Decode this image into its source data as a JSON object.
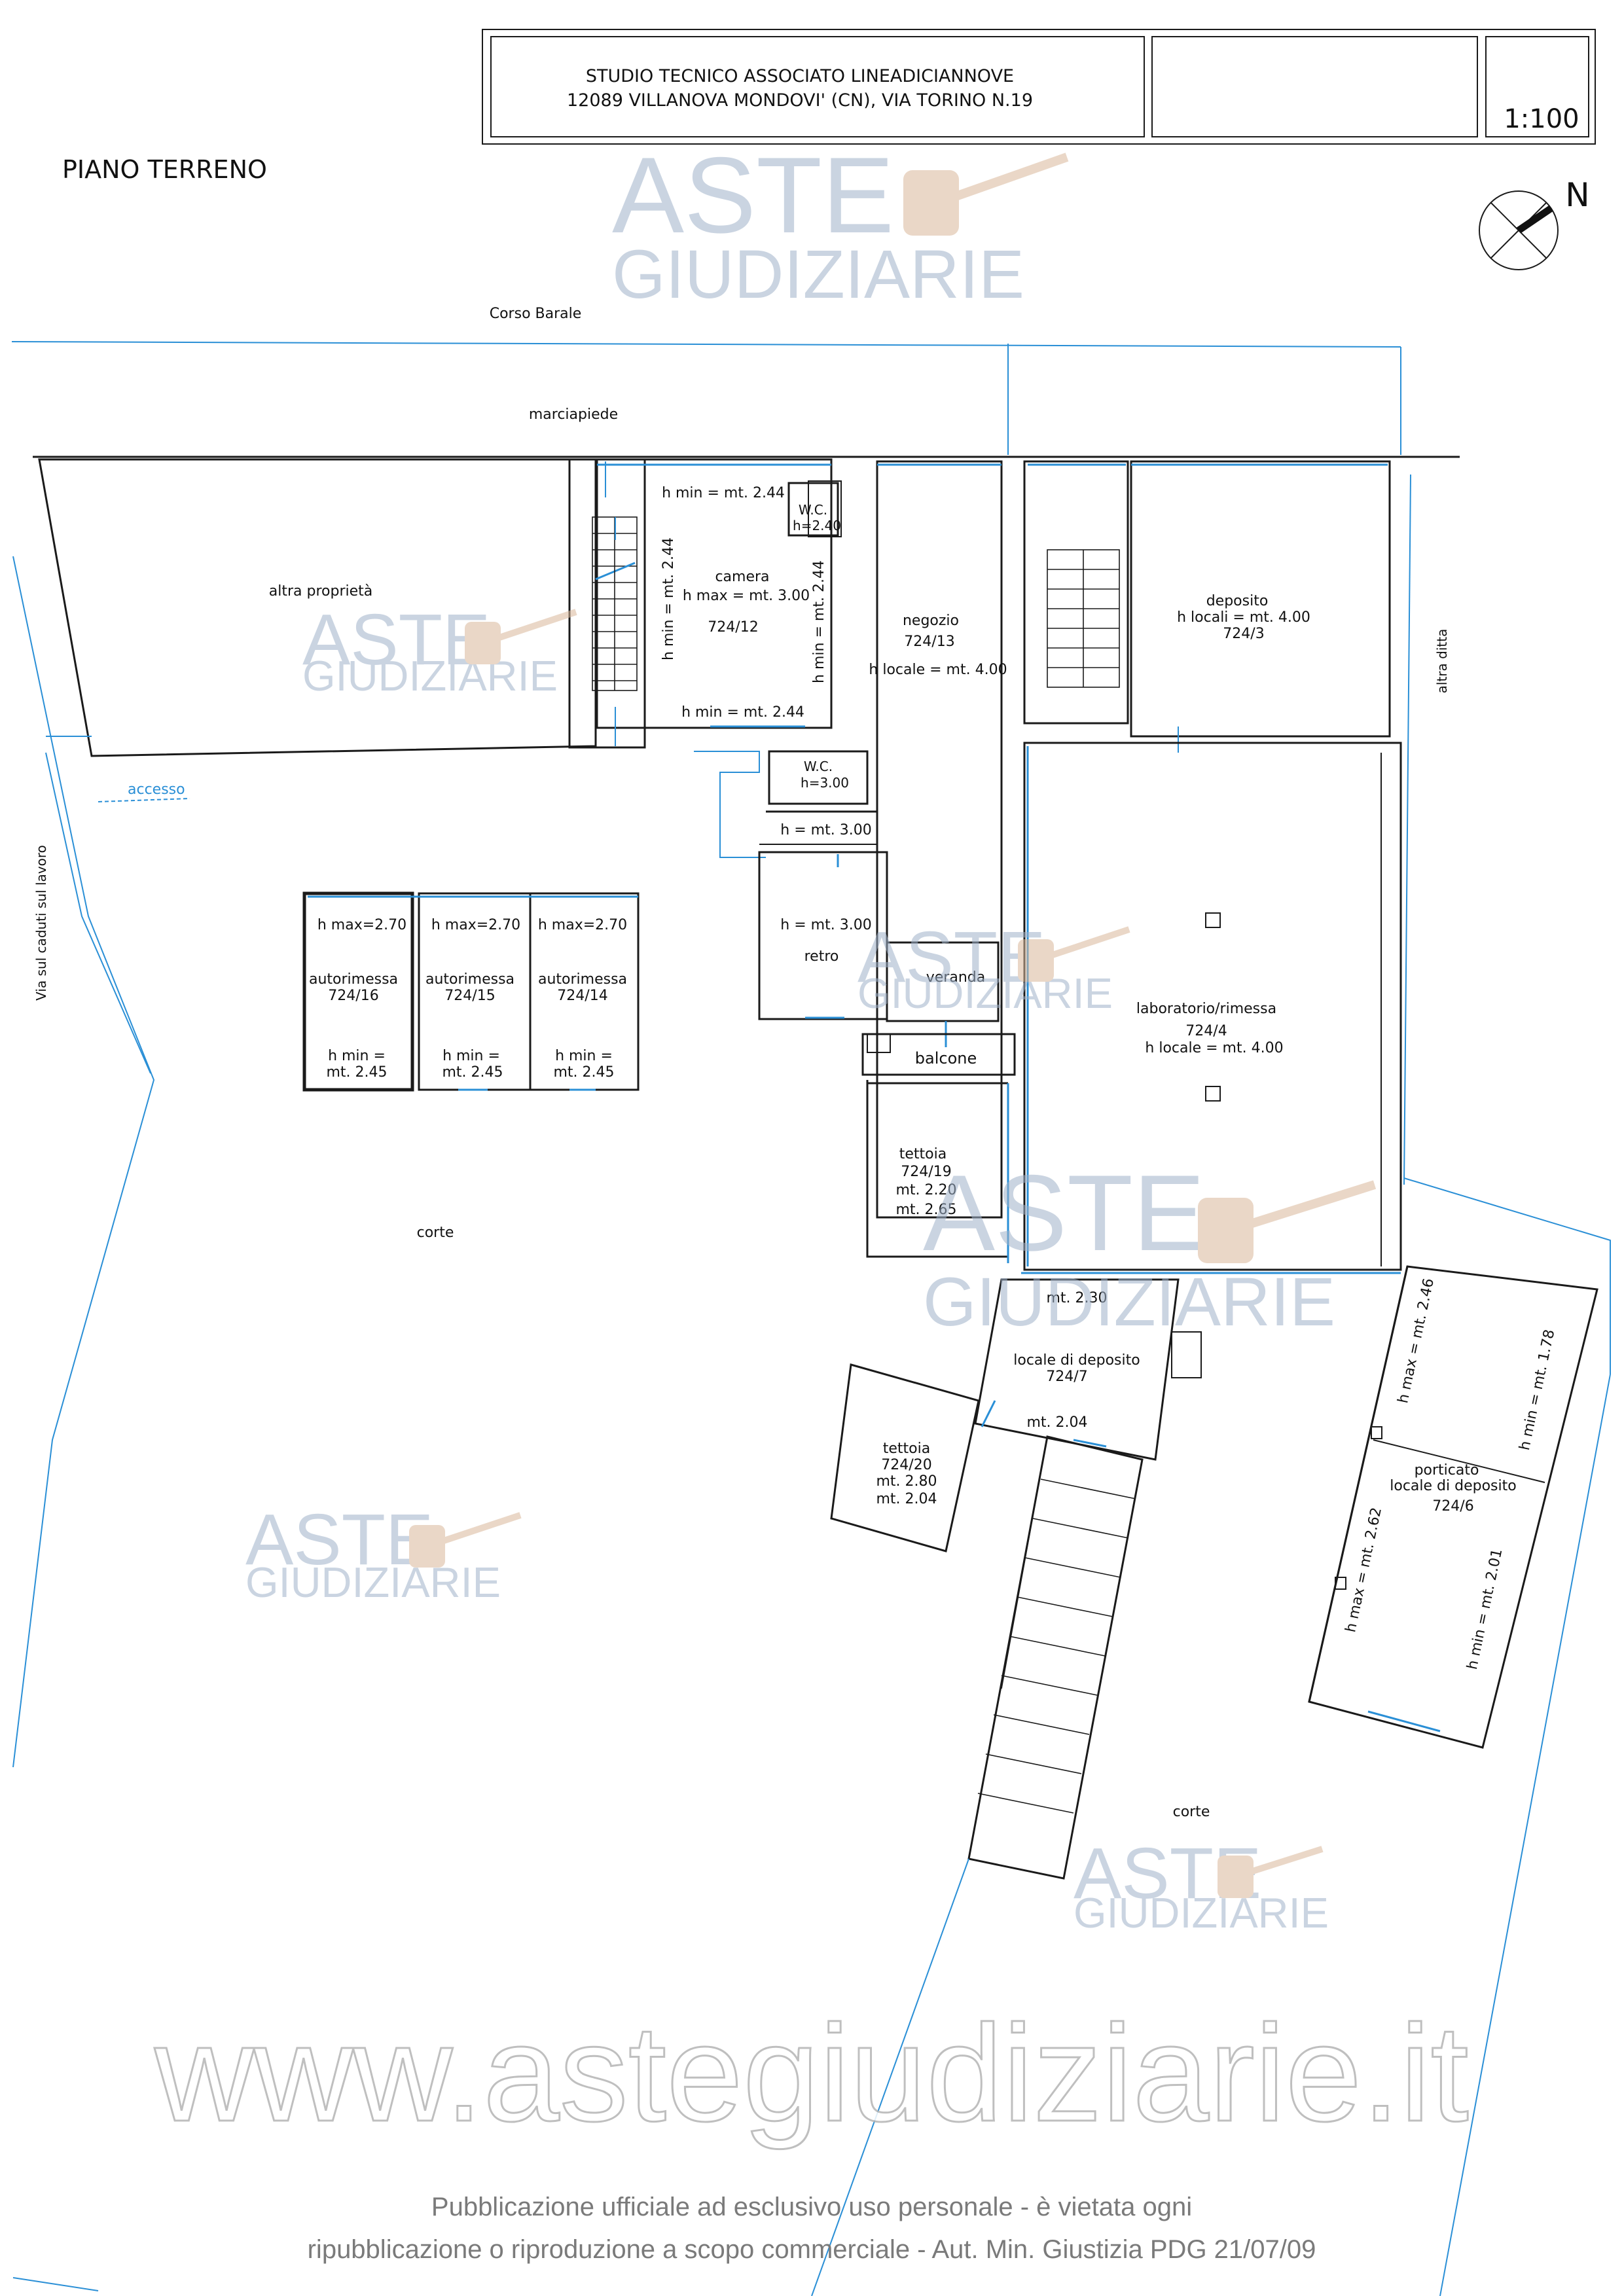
{
  "title_block": {
    "line1": "STUDIO TECNICO ASSOCIATO LINEADICIANNOVE",
    "line2": "12089 VILLANOVA MONDOVI' (CN), VIA TORINO N.19",
    "scale": "1:100"
  },
  "plan_title": "PIANO TERRENO",
  "north_label": "N",
  "streets": {
    "corso": "Corso Barale",
    "marciapiede": "marciapiede",
    "via": "Via sul caduti sul lavoro",
    "accesso": "accesso",
    "altra_proprieta": "altra proprietà",
    "altra_ditta": "altra ditta",
    "corte_left": "corte",
    "corte_right": "corte"
  },
  "rooms": {
    "camera": {
      "hmin_top": "h min = mt. 2.44",
      "name": "camera",
      "hmax": "h max = mt. 3.00",
      "ref": "724/12",
      "hmin_bottom": "h min = mt. 2.44",
      "hmin_left": "h min = mt. 2.44",
      "hmin_right": "h min = mt. 2.44"
    },
    "wc1": {
      "name": "W.C.",
      "h": "h=2.40"
    },
    "wc2": {
      "name": "W.C.",
      "h": "h=3.00"
    },
    "corridor_h": "h = mt. 3.00",
    "negozio": {
      "name": "negozio",
      "ref": "724/13",
      "h": "h locale = mt. 4.00"
    },
    "deposito": {
      "name": "deposito",
      "h": "h locali = mt. 4.00",
      "ref": "724/3"
    },
    "retro": {
      "h": "h = mt. 3.00",
      "name": "retro"
    },
    "veranda": "veranda",
    "balcone": "balcone",
    "laboratorio": {
      "name": "laboratorio/rimessa",
      "ref": "724/4",
      "h": "h locale = mt. 4.00"
    },
    "tettoia19": {
      "name": "tettoia",
      "ref": "724/19",
      "h1": "mt. 2.20",
      "h2": "mt. 2.65"
    },
    "locale_deposito7": {
      "h_top": "mt. 2.30",
      "name": "locale di deposito",
      "ref": "724/7",
      "h_bottom": "mt. 2.04"
    },
    "tettoia20": {
      "name": "tettoia",
      "ref": "724/20",
      "h1": "mt. 2.80",
      "h2": "mt. 2.04"
    },
    "porticato": {
      "name1": "porticato",
      "name2": "locale di deposito",
      "ref": "724/6",
      "hmax_top": "h max = mt. 2.46",
      "hmin_top": "h min = mt. 1.78",
      "hmax_bottom": "h max = mt. 2.62",
      "hmin_bottom": "h min = mt. 2.01"
    },
    "garages": [
      {
        "hmax": "h max=2.70",
        "name": "autorimessa",
        "ref": "724/16",
        "hmin1": "h min =",
        "hmin2": "mt. 2.45"
      },
      {
        "hmax": "h max=2.70",
        "name": "autorimessa",
        "ref": "724/15",
        "hmin1": "h min =",
        "hmin2": "mt. 2.45"
      },
      {
        "hmax": "h max=2.70",
        "name": "autorimessa",
        "ref": "724/14",
        "hmin1": "h min =",
        "hmin2": "mt. 2.45"
      }
    ]
  },
  "watermarks": {
    "aste": "ASTE",
    "giudiziarie": "GIUDIZIARIE",
    "website": "www.astegiudiziarie.it",
    "notice1": "Pubblicazione ufficiale ad esclusivo uso personale - è vietata ogni",
    "notice2": "ripubblicazione o riproduzione a scopo commerciale - Aut. Min. Giustizia PDG 21/07/09"
  },
  "colors": {
    "line": "#1a1a1a",
    "accent_blue": "#2a8fd6",
    "watermark_blue": "#9fb2c9",
    "watermark_grey": "#c9c9c9"
  }
}
